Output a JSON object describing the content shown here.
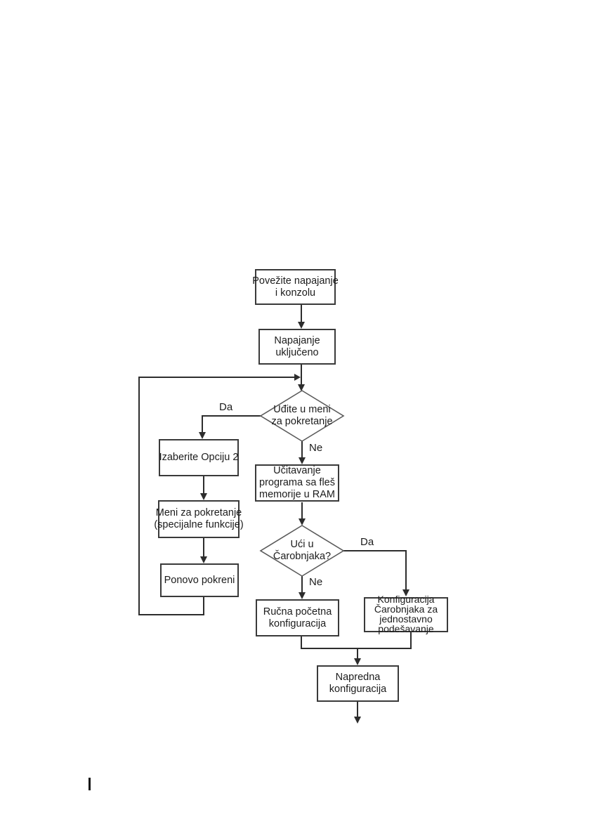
{
  "page": {
    "background": "#ffffff"
  },
  "flowchart": {
    "colors": {
      "line": "#2d2d2d",
      "box_border": "#3a3a3a",
      "diamond_border": "#5a5a5a",
      "text": "#1c1c1c",
      "node_fill": "#ffffff"
    },
    "nodes": {
      "connect": {
        "label": "Povežite napajanje\ni konzolu"
      },
      "power_on": {
        "label": "Napajanje\nuključeno"
      },
      "enter_boot_menu": {
        "label": "Uđite u meni\nza pokretanje"
      },
      "select_option2": {
        "label": "Izaberite Opciju 2"
      },
      "boot_menu_special": {
        "label": "Meni za pokretanje\n(specijalne funkcije)"
      },
      "restart": {
        "label": "Ponovo pokreni"
      },
      "load_flash": {
        "label": "Učitavanje\nprograma sa fleš\nmemorije u RAM"
      },
      "enter_wizard": {
        "label": "Ući u\nČarobnjaka?"
      },
      "wizard_config": {
        "label": "Konfiguracija\nČarobnjaka za\njednostavno\npodešavanje"
      },
      "manual_config": {
        "label": "Ručna početna\nkonfiguracija"
      },
      "advanced_config": {
        "label": "Napredna\nkonfiguracija"
      }
    },
    "edge_labels": {
      "boot_yes": "Da",
      "boot_no": "Ne",
      "wizard_yes": "Da",
      "wizard_no": "Ne"
    }
  }
}
